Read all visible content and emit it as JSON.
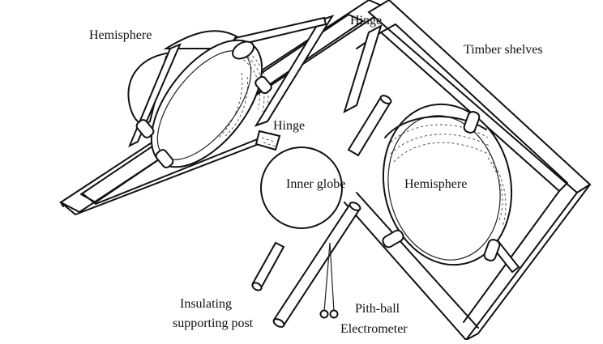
{
  "labels": {
    "hemisphere_left": "Hemisphere",
    "hinge_top": "Hinge",
    "timber_shelves": "Timber shelves",
    "hinge_middle": "Hinge",
    "inner_globe": "Inner globe",
    "hemisphere_right": "Hemisphere",
    "insulating_line1": "Insulating",
    "insulating_line2": "supporting post",
    "pithball_line1": "Pith-ball",
    "pithball_line2": "Electrometer"
  }
}
